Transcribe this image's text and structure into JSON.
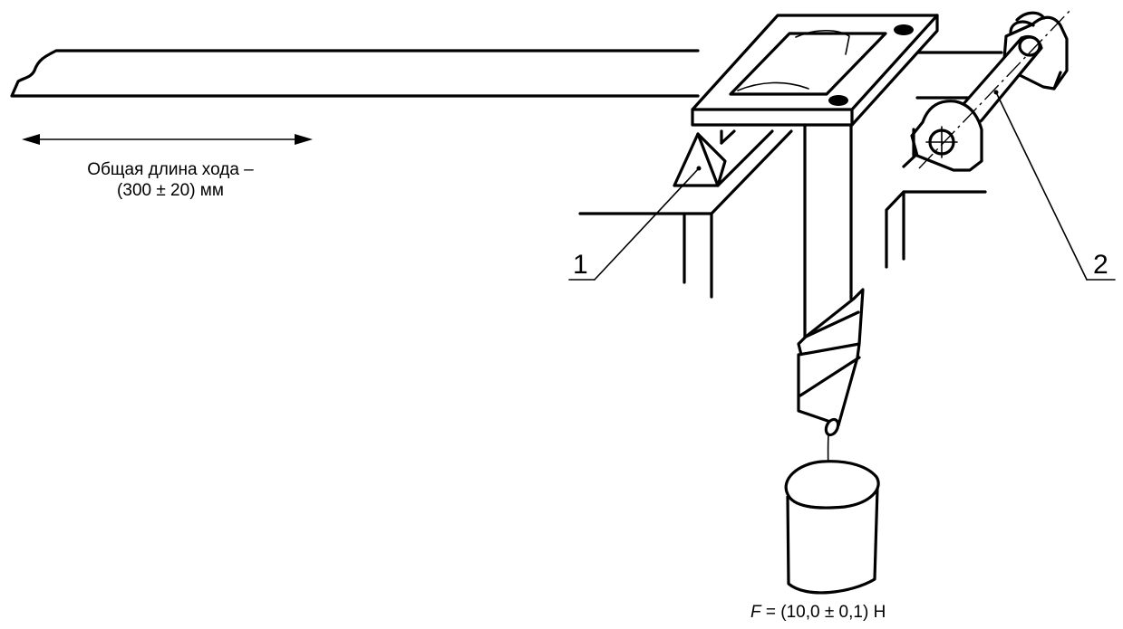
{
  "stroke_label": {
    "line1": "Общая длина хода –",
    "line2": "(300 ± 20) мм"
  },
  "callouts": {
    "one": "1",
    "two": "2"
  },
  "force_label": {
    "symbol": "F",
    "value": "= (10,0 ± 0,1) Н"
  }
}
